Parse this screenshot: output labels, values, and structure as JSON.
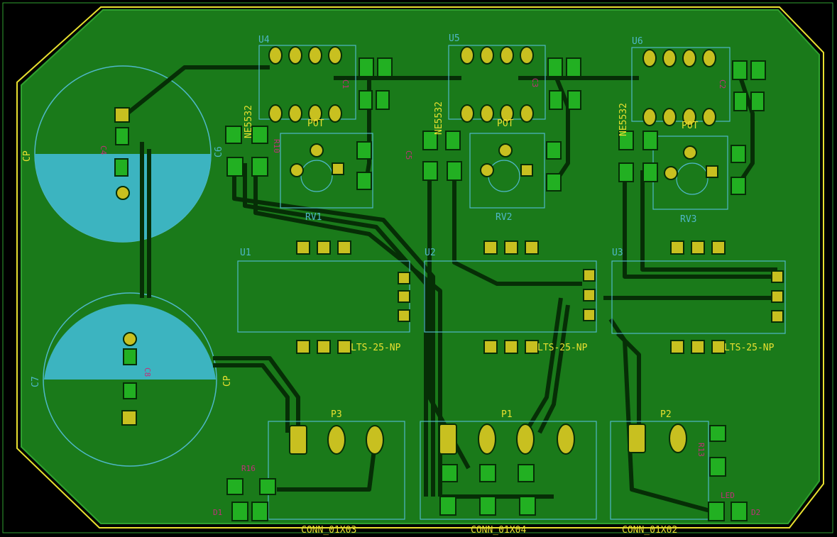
{
  "colors": {
    "background": "#000000",
    "copper_fill": "#1a7a1a",
    "copper_fill_edge": "#2fa02f",
    "track": "#062e06",
    "pad_yellow": "#c8c020",
    "pad_green": "#22b022",
    "silk_cyan": "#4fb8c8",
    "silk_yellow": "#e8e030",
    "silk_magenta": "#c0307a",
    "board_edge": "#e8e030"
  },
  "ics": [
    {
      "ref": "U4",
      "value": "NE5532"
    },
    {
      "ref": "U5",
      "value": "NE5532"
    },
    {
      "ref": "U6",
      "value": "NE5532"
    }
  ],
  "pots": [
    {
      "ref": "RV1",
      "value": "POT"
    },
    {
      "ref": "RV2",
      "value": "POT"
    },
    {
      "ref": "RV3",
      "value": "POT"
    }
  ],
  "sensors": [
    {
      "ref": "U1",
      "value": "LTS-25-NP"
    },
    {
      "ref": "U2",
      "value": "LTS-25-NP"
    },
    {
      "ref": "U3",
      "value": "LTS-25-NP"
    }
  ],
  "connectors": [
    {
      "ref": "P3",
      "value": "CONN_01X03"
    },
    {
      "ref": "P1",
      "value": "CONN_01X04"
    },
    {
      "ref": "P2",
      "value": "CONN_01X02"
    }
  ],
  "capacitors": {
    "c_big1": "CP",
    "c_big1_ref": "C4",
    "c_big2": "CP",
    "c_big2_ref": "C7",
    "c_small": "C8",
    "c6": "C6",
    "c1": "C1",
    "c2": "C2",
    "c3": "C3",
    "c5": "C5"
  },
  "misc_labels": {
    "r10": "R10",
    "r16": "R16",
    "r13": "R13",
    "led": "LED",
    "d1": "D1",
    "d2": "D2"
  }
}
